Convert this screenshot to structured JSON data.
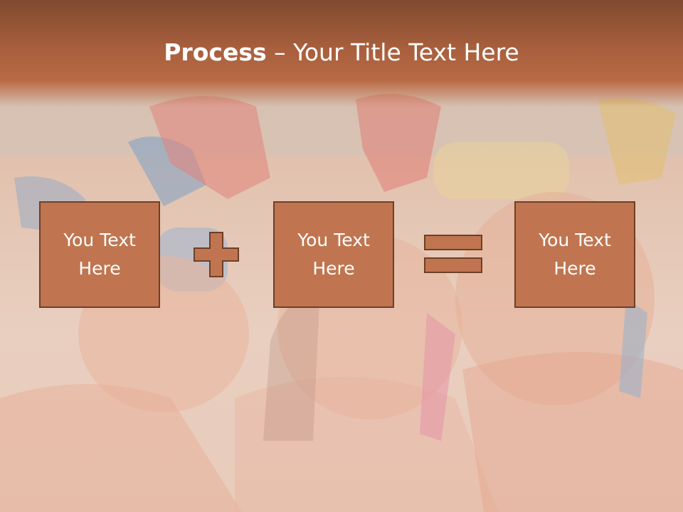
{
  "slide": {
    "title_bold": "Process",
    "title_dash": " – ",
    "title_rest": "Your Title Text Here",
    "boxes": [
      {
        "line1": "You Text",
        "line2": "Here"
      },
      {
        "line1": "You Text",
        "line2": "Here"
      },
      {
        "line1": "You Text",
        "line2": "Here"
      }
    ],
    "operators": [
      "plus",
      "equals"
    ],
    "colors": {
      "header": "#9c5837",
      "box_fill": "#c07550",
      "box_border": "#6e3f26",
      "text": "#ffffff"
    }
  }
}
